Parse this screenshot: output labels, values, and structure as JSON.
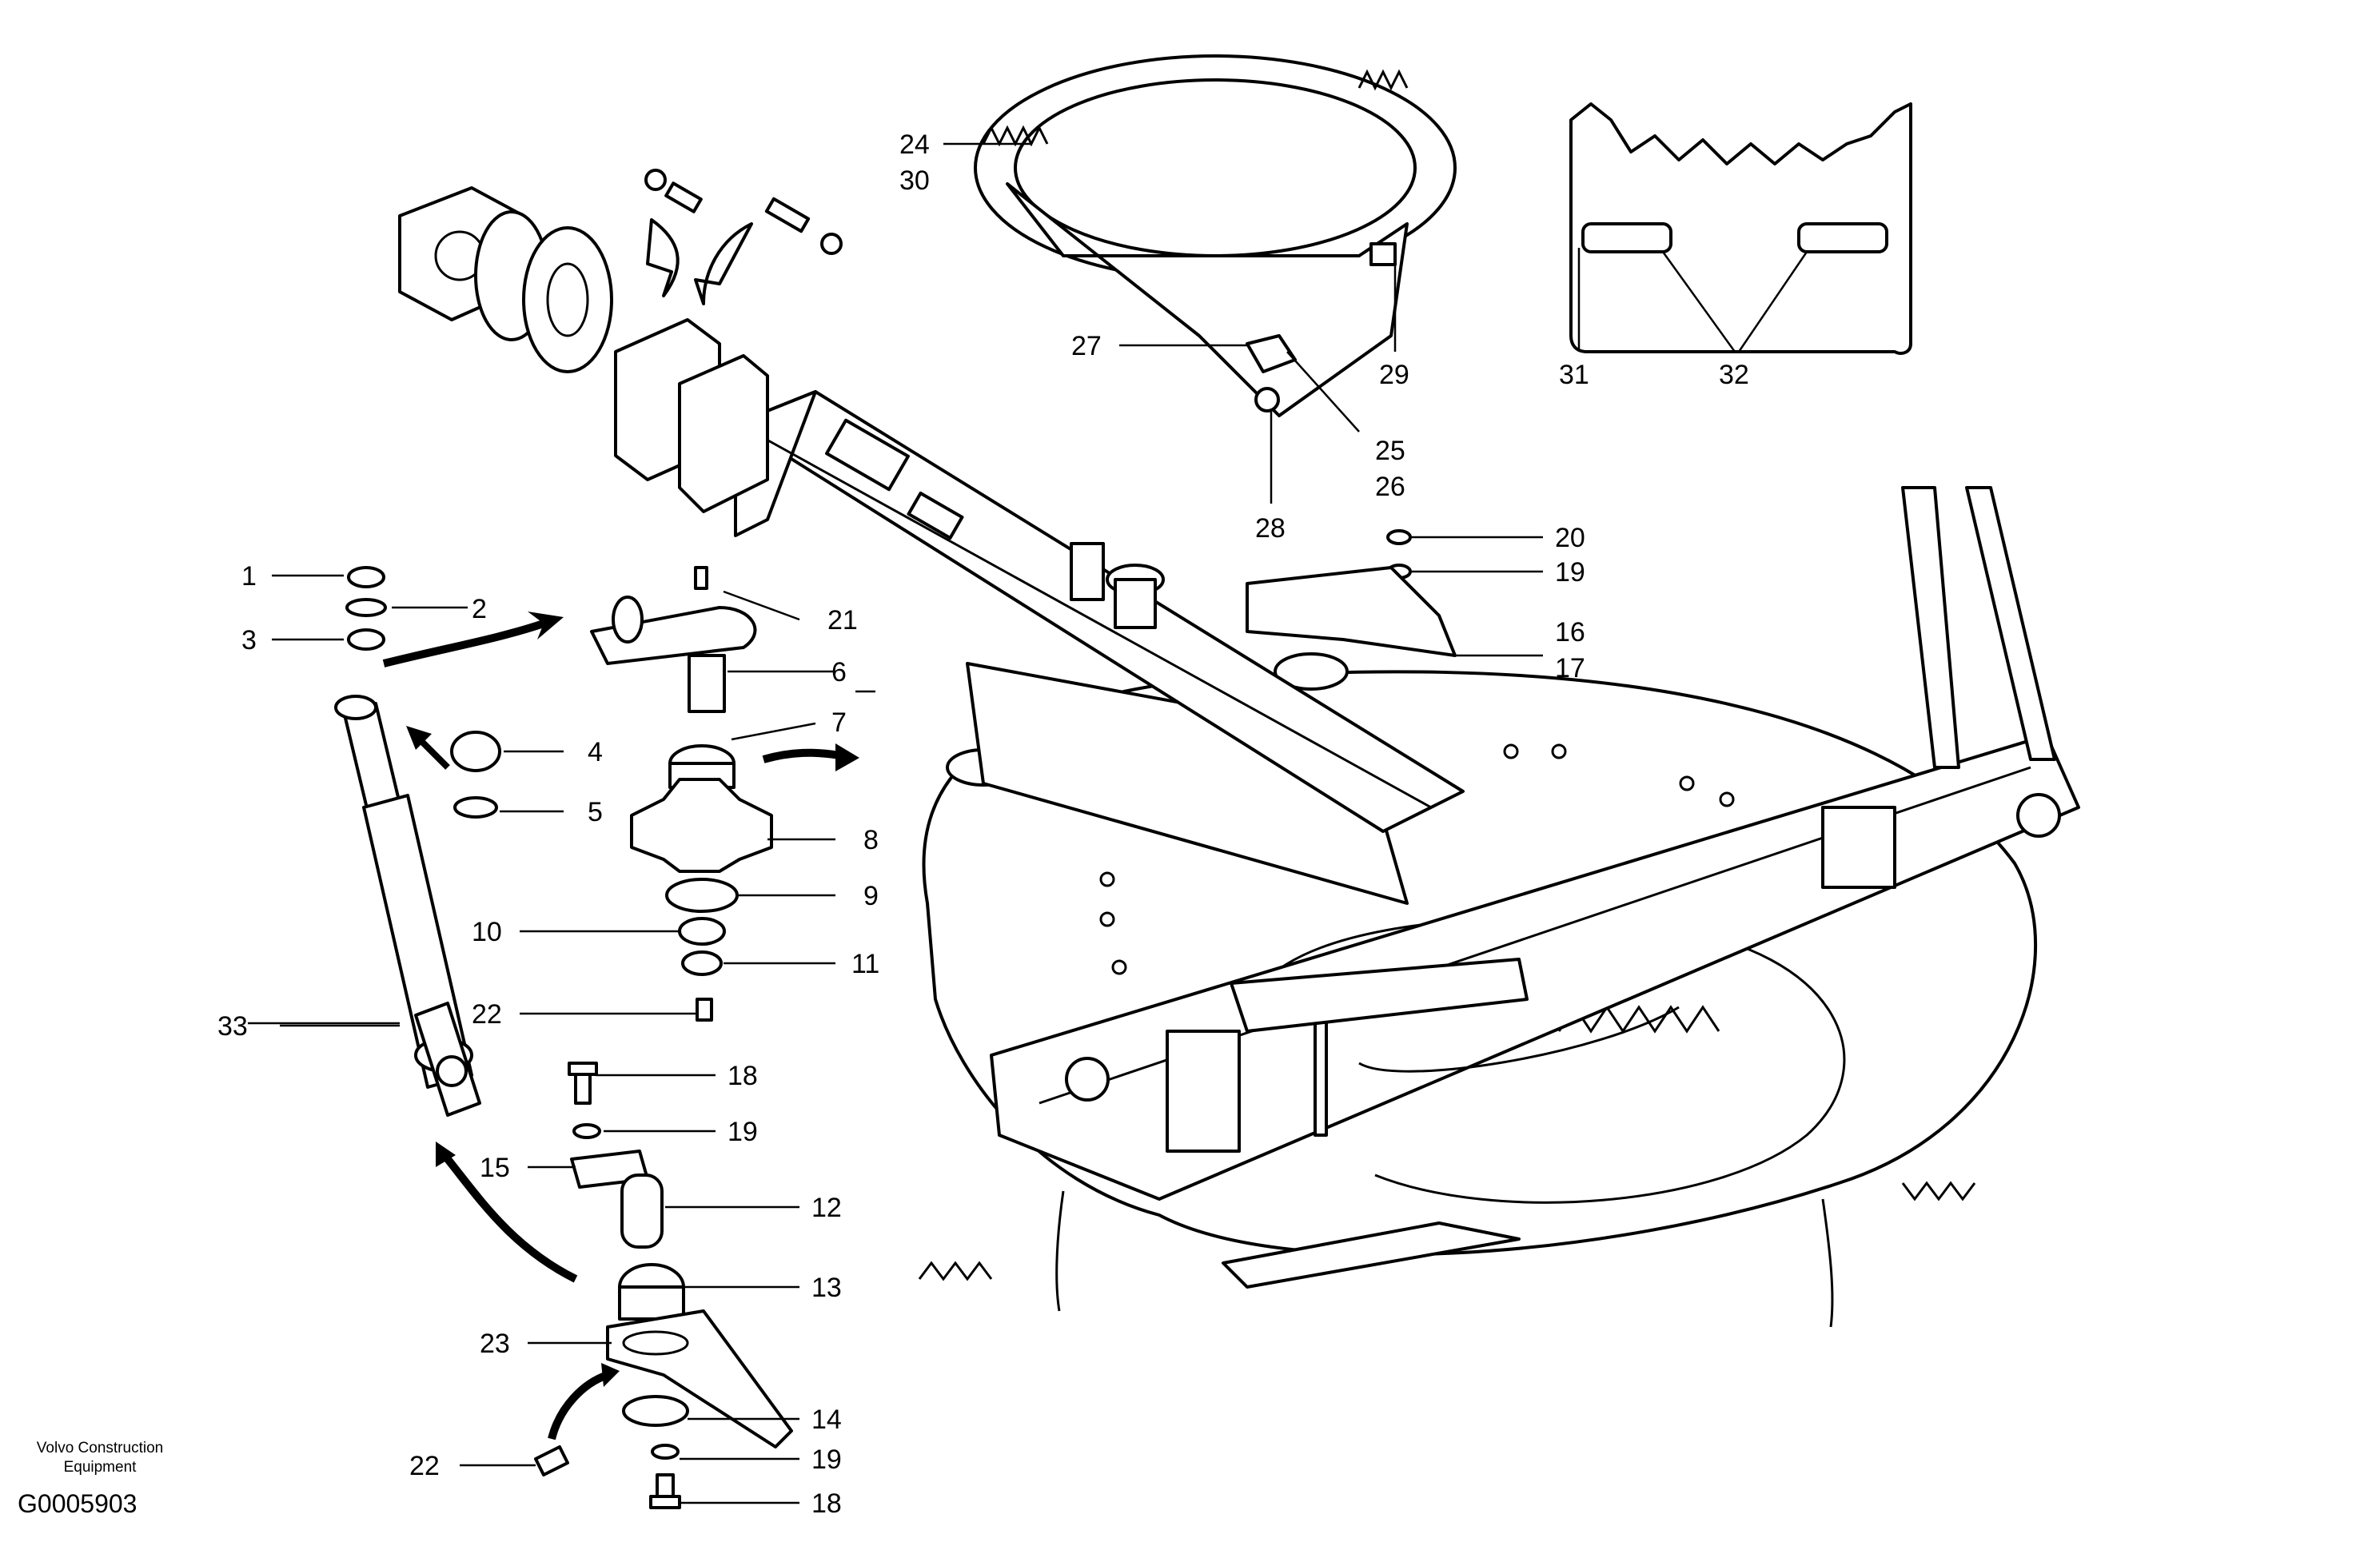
{
  "drawing_id": "G0005903",
  "publisher": "Volvo Construction Equipment",
  "callouts": {
    "c1": "1",
    "c2": "2",
    "c3": "3",
    "c4": "4",
    "c5": "5",
    "c6": "6",
    "c7": "7",
    "c8": "8",
    "c9": "9",
    "c10": "10",
    "c11": "11",
    "c12": "12",
    "c13": "13",
    "c14": "14",
    "c15": "15",
    "c16": "16",
    "c17": "17",
    "c18a": "18",
    "c18b": "18",
    "c19a": "19",
    "c19b": "19",
    "c19c": "19",
    "c20": "20",
    "c21": "21",
    "c22a": "22",
    "c22b": "22",
    "c23": "23",
    "c24": "24",
    "c25": "25",
    "c26": "26",
    "c27": "27",
    "c28": "28",
    "c29": "29",
    "c30": "30",
    "c31": "31",
    "c32": "32",
    "c33": "33"
  }
}
